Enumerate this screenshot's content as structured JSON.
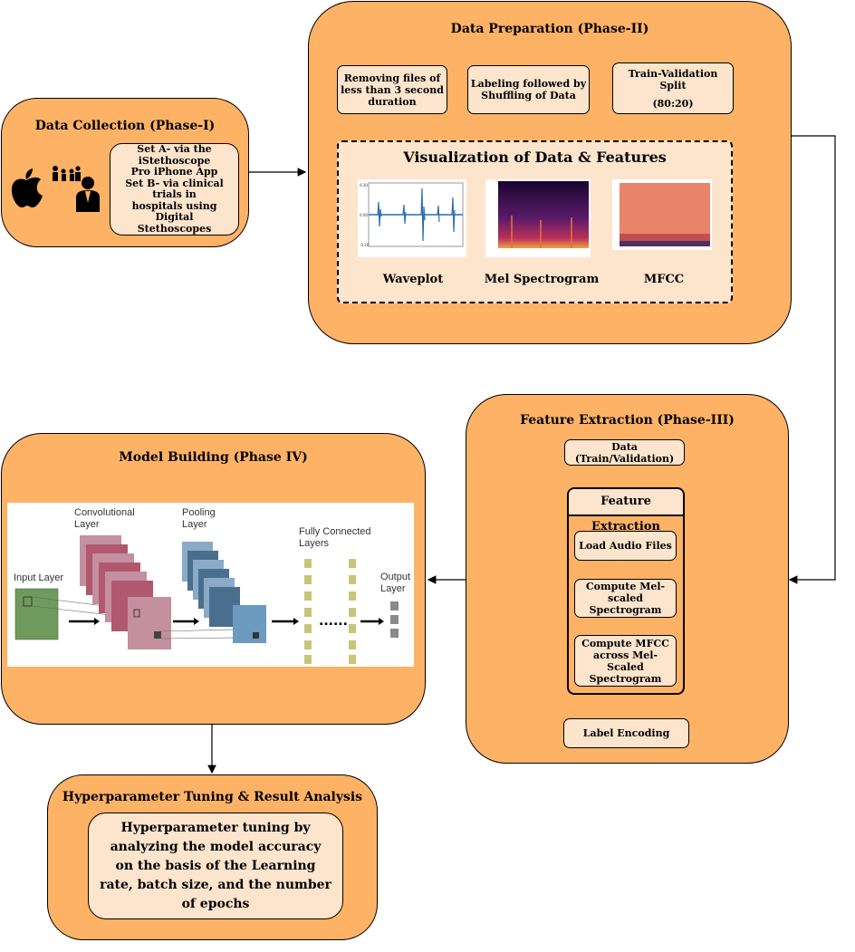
{
  "phase1": {
    "title": "Data Collection (Phase-I)",
    "text_lines": [
      "Set A- via the iStethoscope",
      "Pro iPhone App",
      "Set B- via clinical trials in",
      "hospitals using Digital",
      "Stethoscopes"
    ],
    "icons": [
      "apple-logo-icon",
      "family-icon",
      "doctor-icon"
    ]
  },
  "phase2": {
    "title": "Data Preparation (Phase-II)",
    "step1": "Removing files of less than 3 second duration",
    "step2": "Labeling followed by Shuffling of Data",
    "step3_line1": "Train-Validation Split",
    "step3_line2": "(80:20)",
    "viz_title": "Visualization of Data & Features",
    "viz": [
      "Waveplot",
      "Mel Spectrogram",
      "MFCC"
    ]
  },
  "phase3": {
    "title": "Feature Extraction (Phase-III)",
    "data_box": "Data (Train/Validation)",
    "fe_title": "Feature Extraction",
    "steps": [
      "Load Audio Files",
      "Compute Mel-scaled Spectrogram",
      "Compute MFCC across Mel-Scaled Spectrogram"
    ],
    "label_box": "Label Encoding"
  },
  "phase4": {
    "title": "Model Building (Phase IV)",
    "cnn_labels": {
      "input": "Input Layer",
      "conv_1": "Convolutional",
      "conv_2": "Layer",
      "pool_1": "Pooling",
      "pool_2": "Layer",
      "fc_1": "Fully Connected",
      "fc_2": "Layers",
      "out_1": "Output",
      "out_2": "Layer"
    }
  },
  "phase5": {
    "title": "Hyperparameter Tuning & Result Analysis",
    "text": "Hyperparameter tuning by analyzing the model accuracy on the basis of the Learning rate, batch size, and the number of epochs"
  },
  "colors": {
    "phase_fill": "#fdb266",
    "box_fill": "#fde4cc",
    "conv": "#b05870",
    "pool": "#4a6f8e",
    "input": "#6f9a5e",
    "fc": "#c8c57a",
    "output": "#8a8a8a",
    "spectrogram": "#5a1a6a",
    "mfcc": "#e8846a",
    "waveform": "#2a6fb0"
  }
}
